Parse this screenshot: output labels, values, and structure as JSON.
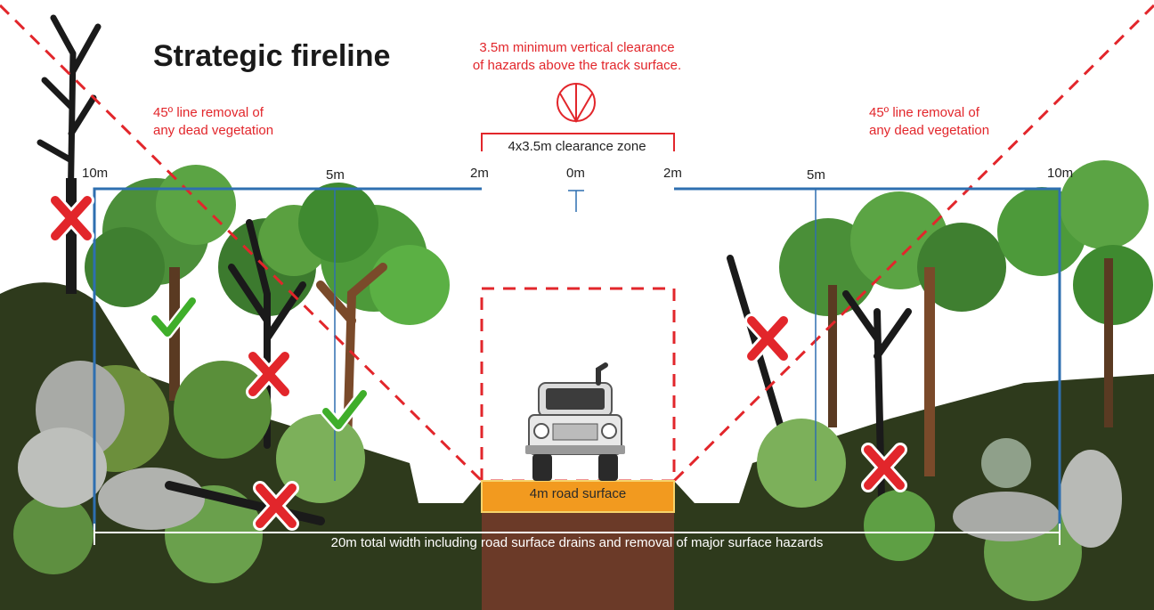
{
  "title": "Strategic fireline",
  "vertical_clearance": {
    "line1": "3.5m minimum vertical clearance",
    "line2": "of hazards above the track surface."
  },
  "clearance_zone": "4x3.5m clearance zone",
  "dead_vegetation_note": {
    "left_line1": "45º line removal of",
    "left_line2": "any dead vegetation",
    "right_line1": "45º line removal of",
    "right_line2": "any dead vegetation"
  },
  "distances": {
    "left_10m": "10m",
    "left_5m": "5m",
    "left_2m": "2m",
    "center_0m": "0m",
    "right_2m": "2m",
    "right_5m": "5m",
    "right_10m": "10m"
  },
  "road_surface": "4m road surface",
  "total_width": "20m total width including road surface drains and removal of major surface hazards",
  "colors": {
    "sky": "#ffffff",
    "ground": "#2e3a1c",
    "road": "#f29a1f",
    "soil": "#6b3a28",
    "warning_red": "#e2262b",
    "measure_blue": "#2e6fb0",
    "tick_green": "#3fae2a"
  }
}
